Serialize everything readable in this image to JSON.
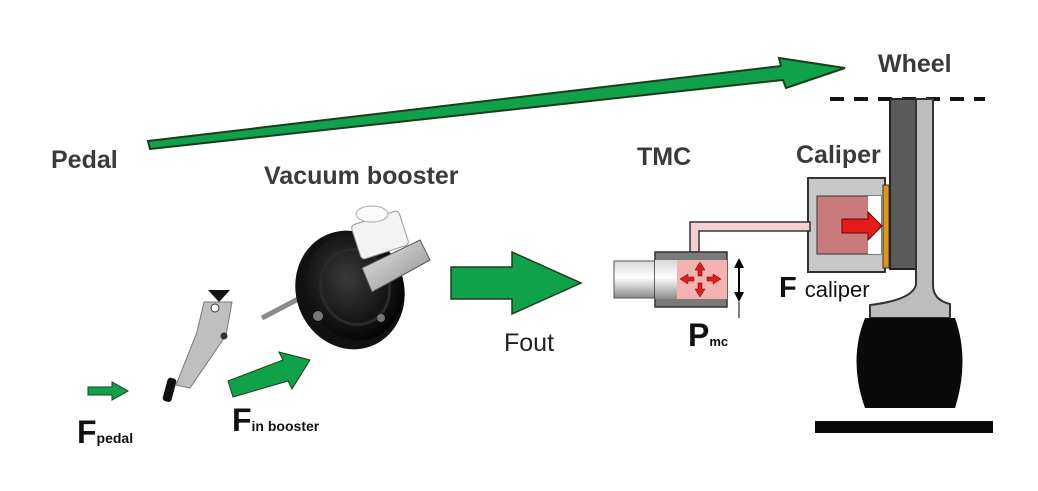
{
  "labels": {
    "pedal": "Pedal",
    "vacuum_booster": "Vacuum booster",
    "tmc": "TMC",
    "caliper": "Caliper",
    "wheel": "Wheel",
    "fout": "Fout",
    "f_pedal_main": "F",
    "f_pedal_sub": "pedal",
    "f_in_booster_main": "F",
    "f_in_booster_sub": "in booster",
    "p_mc_main": "P",
    "p_mc_sub": "mc",
    "f_caliper_main": "F",
    "f_caliper_sub": "caliper"
  },
  "colors": {
    "arrow_green": "#0fa24a",
    "arrow_red": "#e21b1b",
    "pressure_pink": "#f4b3b3",
    "caliper_piston": "#c97a7a",
    "pad_orange": "#e3941f",
    "housing_gray": "#c8c8c8",
    "disc_dark": "#595959",
    "tire_black": "#0a0a0a"
  }
}
